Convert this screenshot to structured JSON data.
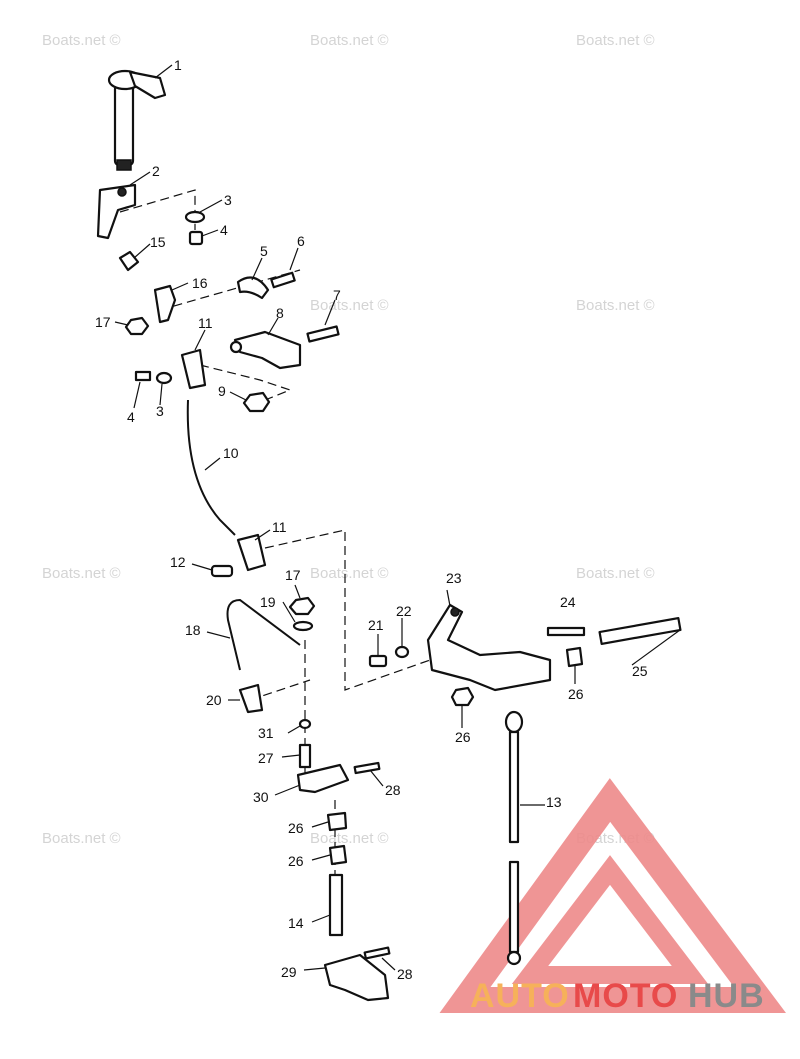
{
  "watermark": "Boats.net ©",
  "brand": {
    "part1": "AUTO",
    "part2": "MOTO",
    "part3": "HUB",
    "color_orange": "#f6b15a",
    "color_red": "#e84a4a",
    "color_gray": "#8a8a8a"
  },
  "callouts": {
    "c1": "1",
    "c2": "2",
    "c3a": "3",
    "c4a": "4",
    "c5": "5",
    "c6": "6",
    "c15": "15",
    "c16": "16",
    "c17a": "17",
    "c7": "7",
    "c8": "8",
    "c11a": "11",
    "c4b": "4",
    "c3b": "3",
    "c9": "9",
    "c10": "10",
    "c11b": "11",
    "c12": "12",
    "c17b": "17",
    "c19": "19",
    "c18": "18",
    "c23": "23",
    "c24": "24",
    "c21": "21",
    "c22": "22",
    "c25": "25",
    "c26a": "26",
    "c26b": "26",
    "c20": "20",
    "c31": "31",
    "c27": "27",
    "c30": "30",
    "c28a": "28",
    "c13": "13",
    "c26c": "26",
    "c26d": "26",
    "c14": "14",
    "c29": "29",
    "c28b": "28"
  }
}
